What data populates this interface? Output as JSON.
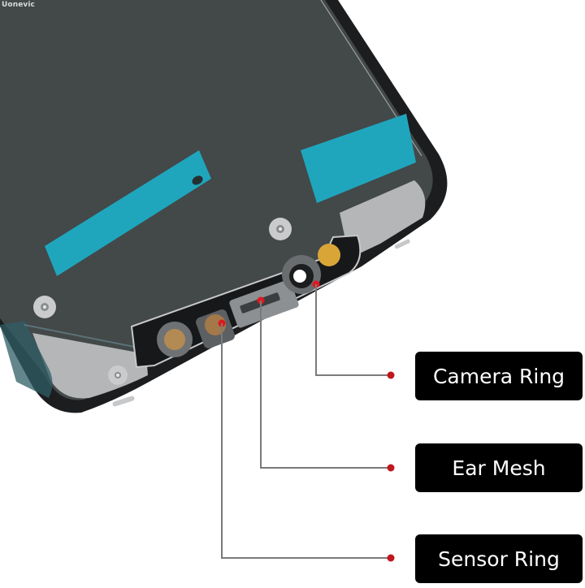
{
  "watermark": "Uonevic",
  "product": {
    "subject": "phone LCD display assembly (rear view, top corner)",
    "colors": {
      "panel": "#434849",
      "bezel": "#1c1d1f",
      "protective_film": "#1fa6bd",
      "metal_bracket": "#b4b6b7",
      "gold_contact": "#d9a537",
      "marker_red": "#c0161d",
      "leader_line": "#7a7a7a"
    }
  },
  "callouts": [
    {
      "label": "Camera Ring",
      "dot": [
        481,
        462
      ],
      "target": [
        389,
        350
      ]
    },
    {
      "label": "Ear Mesh",
      "dot": [
        481,
        576
      ],
      "target": [
        321,
        370
      ]
    },
    {
      "label": "Sensor Ring",
      "dot": [
        481,
        687
      ],
      "target": [
        273,
        398
      ]
    }
  ]
}
